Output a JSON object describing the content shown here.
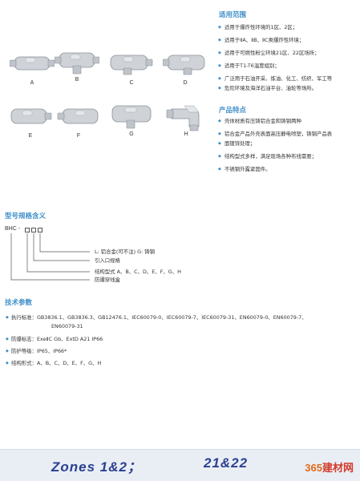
{
  "products": [
    {
      "label": "A"
    },
    {
      "label": "B"
    },
    {
      "label": "C"
    },
    {
      "label": "D"
    },
    {
      "label": "E"
    },
    {
      "label": "F"
    },
    {
      "label": "G"
    },
    {
      "label": "H"
    }
  ],
  "scope": {
    "title": "适用范围",
    "items": [
      "适用于爆炸性环境的1区、2区；",
      "适用于ⅡA、ⅡB、ⅡC类爆炸性环境；",
      "适用于可燃性粉尘环境21区、22区场所；",
      "适用于T1-T6温度组别；",
      "广泛用于石油开采、炼油、化工、纺织、军工等",
      "危险环境及海洋石油平台、油轮等场所。"
    ]
  },
  "features": {
    "title": "产品特点",
    "items": [
      "壳体材质有压铸铝合金和铸钢两种",
      "铝合金产品外壳表面高压静电喷塑，铸钢产品表",
      "面镀锌处理；",
      "结构型式多样，满足现场各种布线需要；",
      "不锈钢外露紧固件。"
    ]
  },
  "model": {
    "title": "型号规格含义",
    "prefix": "BHC -",
    "lines": [
      "L: 铝合金(可不注) G: 铸钢",
      "引入口规格",
      "结构型式 A、B、C、D、E、F、G、H",
      "防爆穿线盒"
    ]
  },
  "tech": {
    "title": "技术参数",
    "standard_label": "执行标准：",
    "standard_value": "GB3836.1、GB3836.3、GB12476.1、IEC60079-0、IEC60079-7、IEC60079-31、EN60079-0、EN60079-7、",
    "standard_value_cont": "EN60079-31",
    "marking": "防爆标志：ExeⅡC Gb、ExtD A21 IP66",
    "protection": "防护等级：IP65、IP66*",
    "structure": "结构形式：A、B、C、D、E、F、G、H"
  },
  "footer": {
    "zones_a": "Zones 1&2；",
    "zones_b": "21&22",
    "watermark_num": "365",
    "watermark_text": "建材网"
  },
  "colors": {
    "accent": "#3f8fc9",
    "footer_text": "#2a3f8f",
    "watermark": "#d33a2a"
  }
}
